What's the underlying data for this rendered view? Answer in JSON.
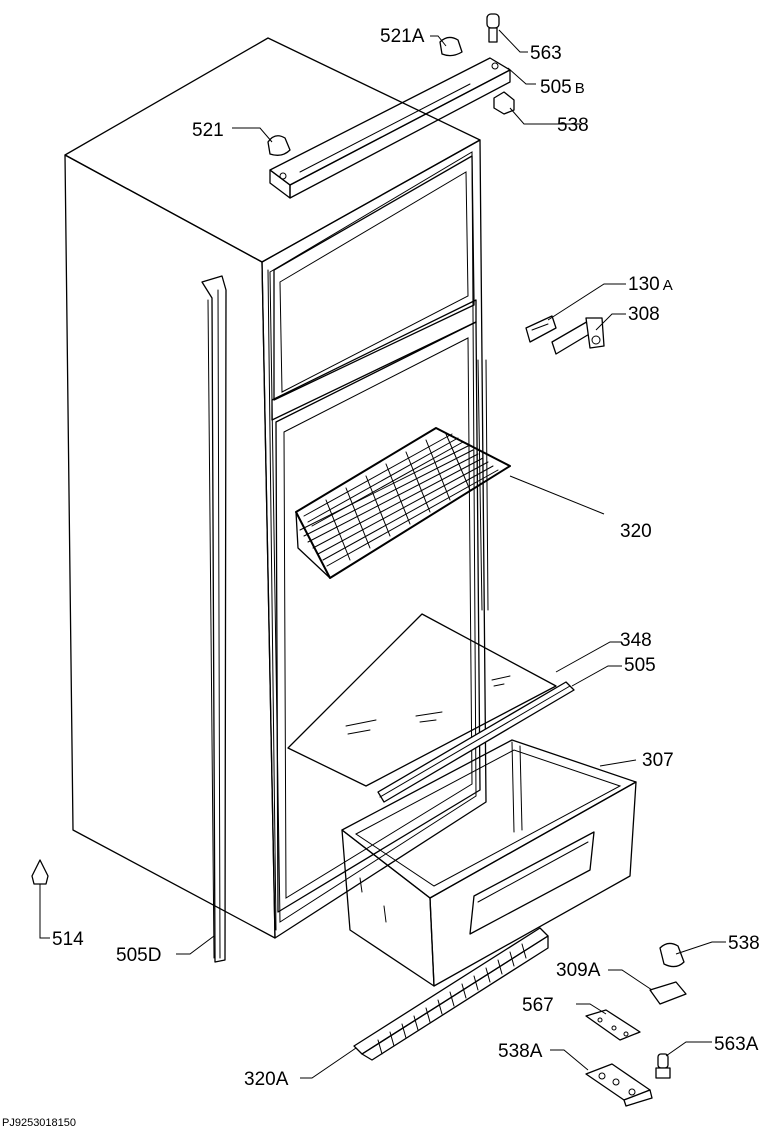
{
  "diagram": {
    "reference_code": "PJ9253018150",
    "parts": [
      {
        "id": "p521A",
        "number": "521",
        "suffix": "A"
      },
      {
        "id": "p563",
        "number": "563",
        "suffix": ""
      },
      {
        "id": "p505B",
        "number": "505",
        "suffix": "B"
      },
      {
        "id": "p538top",
        "number": "538",
        "suffix": ""
      },
      {
        "id": "p521",
        "number": "521",
        "suffix": ""
      },
      {
        "id": "p130A",
        "number": "130",
        "suffix": "A"
      },
      {
        "id": "p308",
        "number": "308",
        "suffix": ""
      },
      {
        "id": "p320",
        "number": "320",
        "suffix": ""
      },
      {
        "id": "p348",
        "number": "348",
        "suffix": ""
      },
      {
        "id": "p505",
        "number": "505",
        "suffix": ""
      },
      {
        "id": "p307",
        "number": "307",
        "suffix": ""
      },
      {
        "id": "p514",
        "number": "514",
        "suffix": ""
      },
      {
        "id": "p505D",
        "number": "505",
        "suffix": "D"
      },
      {
        "id": "p538bot",
        "number": "538",
        "suffix": ""
      },
      {
        "id": "p309A",
        "number": "309",
        "suffix": "A"
      },
      {
        "id": "p567",
        "number": "567",
        "suffix": ""
      },
      {
        "id": "p563A",
        "number": "563",
        "suffix": "A"
      },
      {
        "id": "p538A",
        "number": "538",
        "suffix": "A"
      },
      {
        "id": "p320A",
        "number": "320",
        "suffix": "A"
      }
    ]
  }
}
